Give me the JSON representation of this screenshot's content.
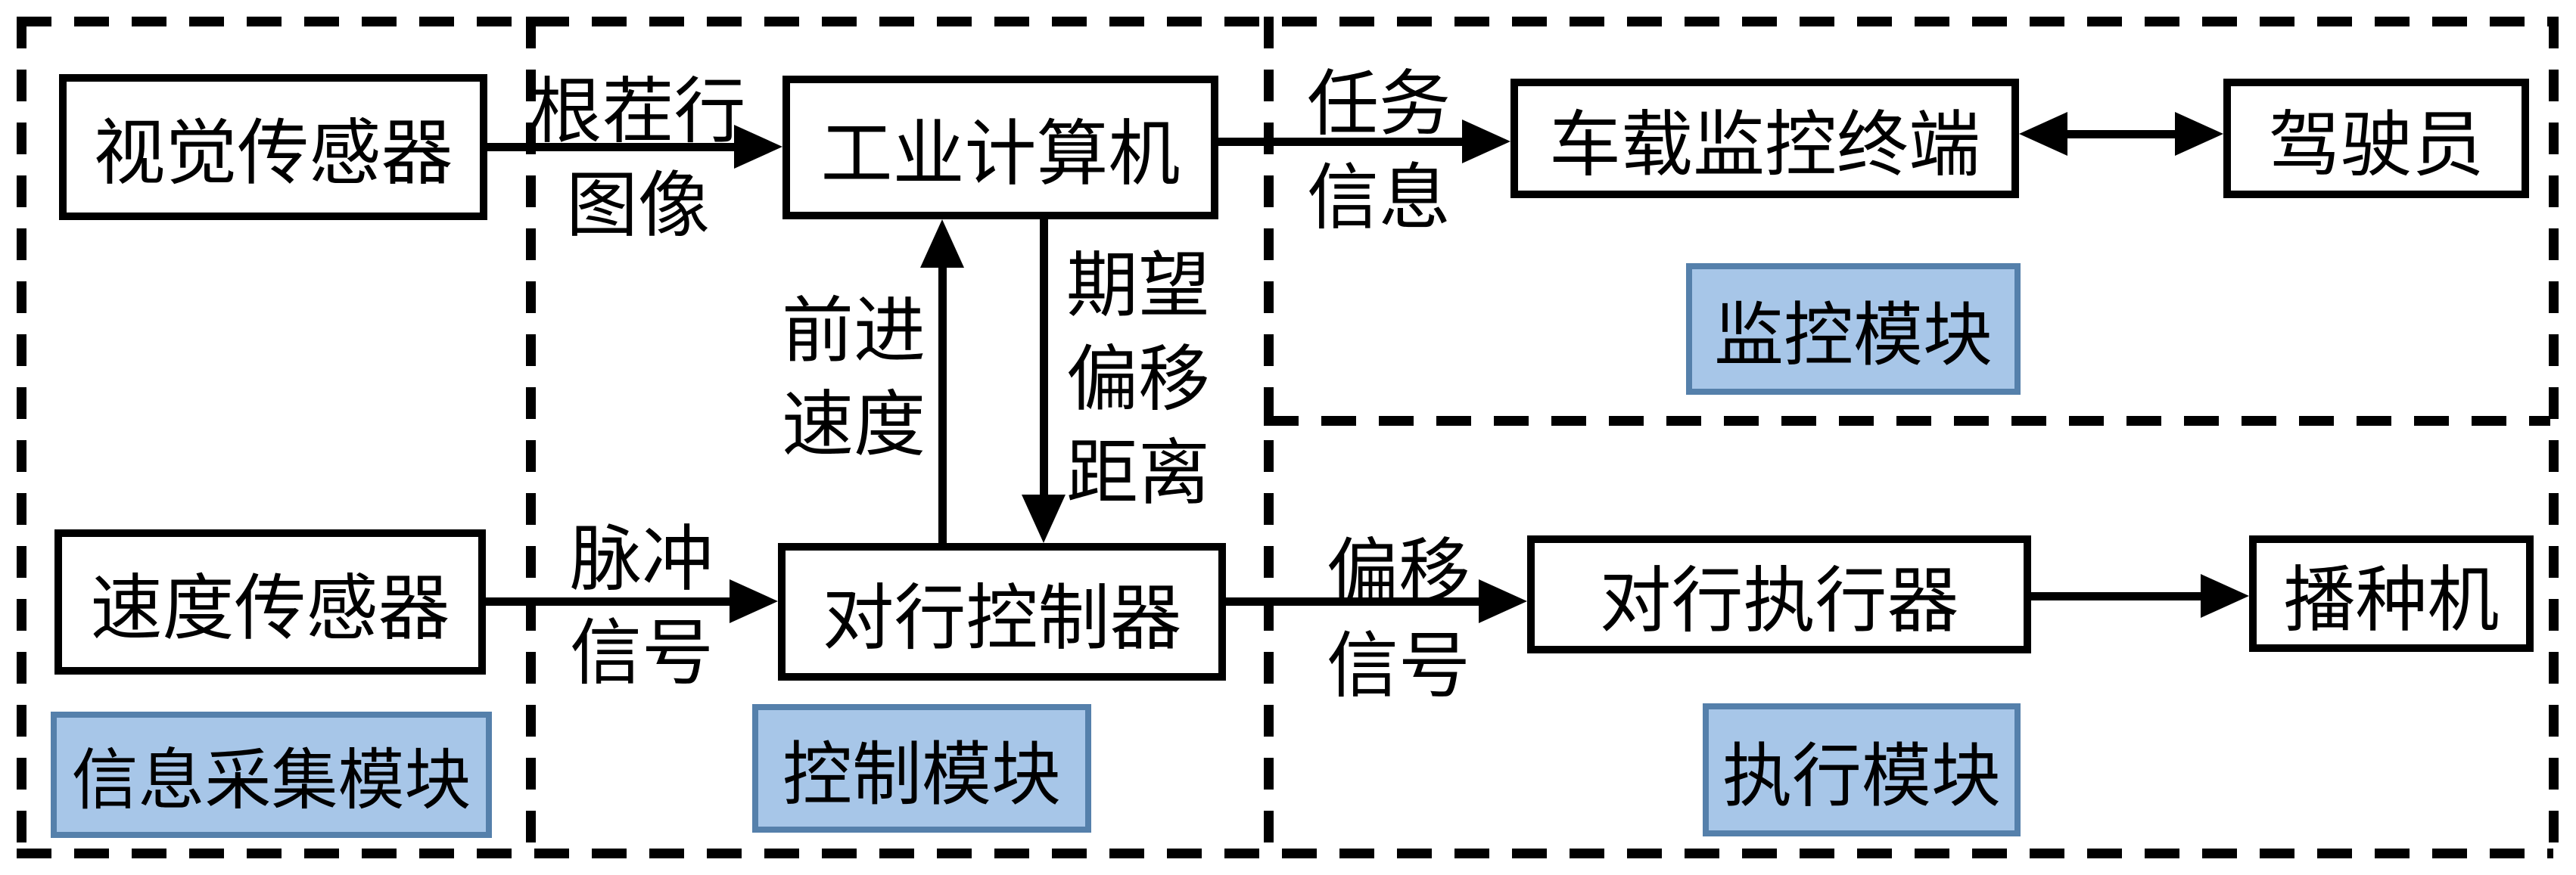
{
  "figure": {
    "background": "#ffffff",
    "line_color": "#000000",
    "module_fill": "#a7c6e8",
    "module_border": "#5580ab"
  },
  "boxes": {
    "vision": "视觉传感器",
    "speed": "速度传感器",
    "computer": "工业计算机",
    "controller": "对行控制器",
    "terminal": "车载监控终端",
    "driver": "驾驶员",
    "executor": "对行执行器",
    "seeder": "播种机"
  },
  "modules": {
    "collection": "信息采集模块",
    "control": "控制模块",
    "monitor": "监控模块",
    "execution": "执行模块"
  },
  "edge_labels": {
    "root_image": [
      "根茬行",
      "图像"
    ],
    "task_info": [
      "任务",
      "信息"
    ],
    "forward_speed": [
      "前进",
      "速度"
    ],
    "expected_offset": [
      "期望",
      "偏移",
      "距离"
    ],
    "pulse_signal": [
      "脉冲",
      "信号"
    ],
    "offset_signal": [
      "偏移",
      "信号"
    ]
  }
}
